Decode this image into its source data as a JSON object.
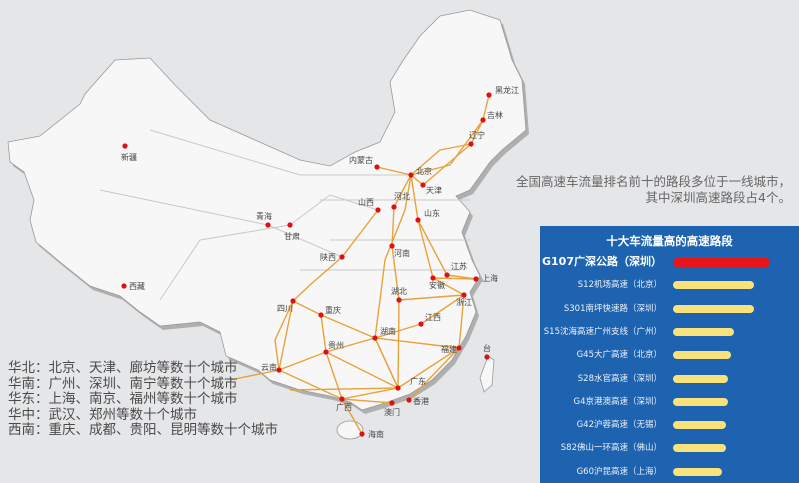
{
  "regions_legend": [
    "华北：北京、天津、廊坊等数十个城市",
    "华南：广州、深圳、南宁等数十个城市",
    "华东：上海、南京、福州等数十个城市",
    "华中：武汉、郑州等数十个城市",
    "西南：重庆、成都、贵阳、昆明等数十个城市"
  ],
  "headline": {
    "line1": "全国高速车流量排名前十的路段多位于一线城市，",
    "line2": "其中深圳高速路段占4个。"
  },
  "map": {
    "land_color": "#f7f7f7",
    "highway_color": "#e8a23a",
    "city_dot_color": "#e01010",
    "cities": [
      "新疆",
      "西藏",
      "青海",
      "甘肃",
      "陕西",
      "内蒙古",
      "北京",
      "天津",
      "辽宁",
      "吉林",
      "黑龙江",
      "山西",
      "河北",
      "山东",
      "河南",
      "江苏",
      "安徽",
      "上海",
      "湖北",
      "浙江",
      "江西",
      "湖南",
      "四川",
      "重庆",
      "贵州",
      "云南",
      "广西",
      "广东",
      "澳门",
      "香港",
      "福建",
      "台",
      "海南"
    ]
  },
  "chart_data": {
    "type": "bar",
    "orientation": "horizontal",
    "title": "十大车流量高的高速路段",
    "categories": [
      "G107广深公路（深圳）",
      "S12机场高速（北京）",
      "S301南坪快速路（深圳）",
      "S15沈海高速广州支线（广州）",
      "G45大广高速（北京）",
      "S28水官高速（深圳）",
      "G4京港澳高速（深圳）",
      "G42沪蓉高速（无锡）",
      "S82佛山一环高速（佛山）",
      "G60沪昆高速（上海）"
    ],
    "values": [
      100,
      84,
      84,
      63,
      60,
      57,
      57,
      55,
      55,
      51
    ],
    "colors": {
      "highlight": "#e8141c",
      "bar": "#f8e27a",
      "background": "#1d63b0"
    }
  }
}
